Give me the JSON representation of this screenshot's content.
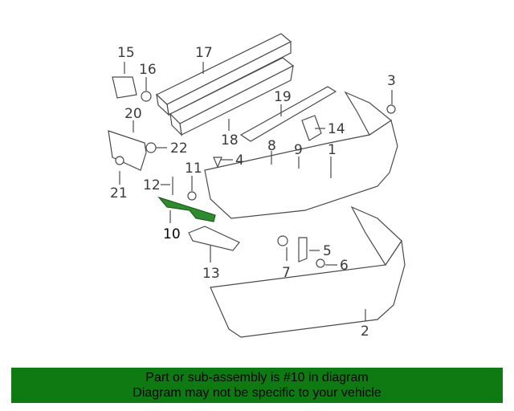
{
  "diagram": {
    "labels": [
      "1",
      "2",
      "3",
      "4",
      "5",
      "6",
      "7",
      "8",
      "9",
      "10",
      "11",
      "12",
      "13",
      "14",
      "15",
      "16",
      "17",
      "18",
      "19",
      "20",
      "21",
      "22"
    ],
    "highlight_part": "10",
    "highlight_color": "#2e8b2e"
  },
  "banner": {
    "line1": "Part or sub-assembly is #10 in diagram",
    "line2": "Diagram may not be specific to your vehicle",
    "background": "#0f7a12"
  }
}
